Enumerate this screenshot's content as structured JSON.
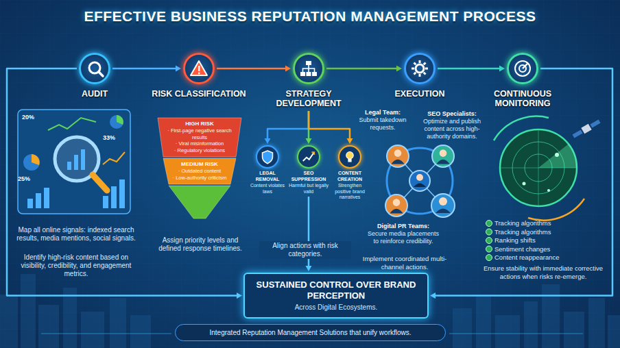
{
  "diagram": {
    "title": "EFFECTIVE BUSINESS REPUTATION MANAGEMENT PROCESS",
    "nodes": [
      {
        "text": [
          "AUDIT"
        ]
      },
      {
        "text": [
          "RISK CLASSIFICATION"
        ]
      },
      {
        "text": [
          "STRATEGY DEVELOPMENT"
        ]
      },
      {
        "text": [
          "EXECUTION"
        ]
      },
      {
        "text": [
          "CONTINUOUS MONITORING"
        ]
      },
      {
        "text": [
          "HIGH RISK",
          "· First-page negative search results",
          "· Viral misinformation",
          "· Regulatory violations"
        ]
      },
      {
        "text": [
          "MEDIUM RISK",
          "· Outdated content",
          "· Low-authority criticism"
        ]
      },
      {
        "text": [
          "LEGAL REMOVAL",
          "Content violates laws"
        ]
      },
      {
        "text": [
          "SEO SUPPRESSION",
          "Harmful but legally valid"
        ]
      },
      {
        "text": [
          "CONTENT CREATION",
          "Strengthen positive brand narratives"
        ]
      },
      {
        "text": [
          "Legal Team:",
          "Submit takedown requests."
        ]
      },
      {
        "text": [
          "SEO Specialists:",
          "Optimize and publish content across high-authority domains."
        ]
      },
      {
        "text": [
          "Digital PR Teams:",
          "Secure media placements to reinforce credibility."
        ]
      },
      {
        "text": [
          "SUSTAINED CONTROL OVER BRAND PERCEPTION",
          "Across Digital Ecosystems."
        ]
      },
      {
        "text": [
          "Integrated Reputation Management Solutions that unify workflows."
        ]
      }
    ],
    "edges": [
      {
        "from": 0,
        "to": 1,
        "arrow": "to"
      },
      {
        "from": 1,
        "to": 2,
        "arrow": "to"
      },
      {
        "from": 2,
        "to": 3,
        "arrow": "to"
      },
      {
        "from": 3,
        "to": 4,
        "arrow": "to"
      },
      {
        "from": 2,
        "to": 7,
        "arrow": "to"
      },
      {
        "from": 2,
        "to": 8,
        "arrow": "to"
      },
      {
        "from": 2,
        "to": 9,
        "arrow": "to"
      },
      {
        "from": 8,
        "to": 13,
        "arrow": "to"
      },
      {
        "from": 0,
        "to": 13,
        "arrow": "to"
      },
      {
        "from": 4,
        "to": 13,
        "arrow": "to"
      }
    ],
    "labels": [
      "20%",
      "33%",
      "25%",
      "Map all online signals: indexed search results, media mentions, social signals.",
      "Identify high-risk content based on visibility, credibility, and engagement metrics.",
      "Assign priority levels and defined response timelines.",
      "Align actions with risk categories.",
      "Implement coordinated multi-channel actions.",
      "Tracking algorithms",
      "Tracking algorithms",
      "Ranking shifts",
      "Sentiment changes",
      "Content reappearance",
      "Ensure stability with immediate corrective actions when risks re-emerge."
    ]
  }
}
